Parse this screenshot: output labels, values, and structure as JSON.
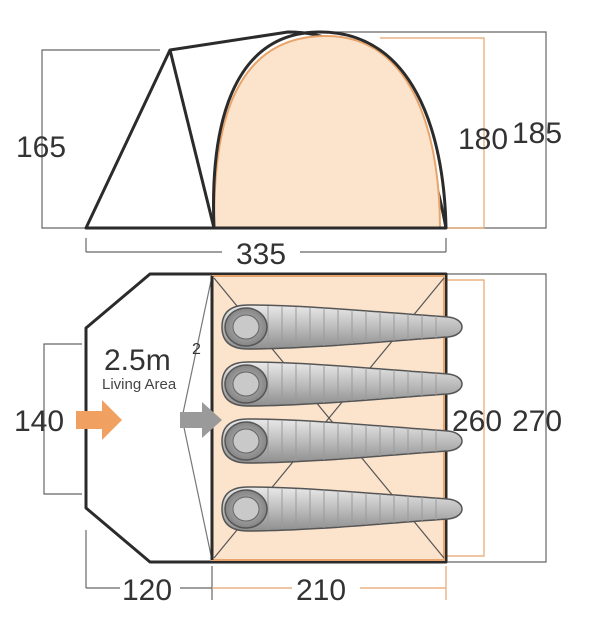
{
  "dimensions": {
    "side_height_porch": "165",
    "side_height_inner": "180",
    "side_height_outer": "185",
    "total_length": "335",
    "porch_width": "140",
    "inner_width": "260",
    "outer_width": "270",
    "porch_depth": "120",
    "inner_depth": "210"
  },
  "living_area": {
    "value": "2.5m",
    "superscript": "2",
    "label": "Living Area"
  },
  "colors": {
    "inner_fill": "#fbe3cc",
    "inner_stroke": "#e8a46a",
    "outline": "#2b2b2b",
    "dim_line": "#666666",
    "dim_line_orange": "#e8a46a",
    "arrow_orange": "#f0a060",
    "arrow_gray": "#9a9a9a"
  },
  "icons": [
    "entrance-arrow-icon",
    "inner-door-arrow-icon",
    "sleeping-bag-icon"
  ]
}
